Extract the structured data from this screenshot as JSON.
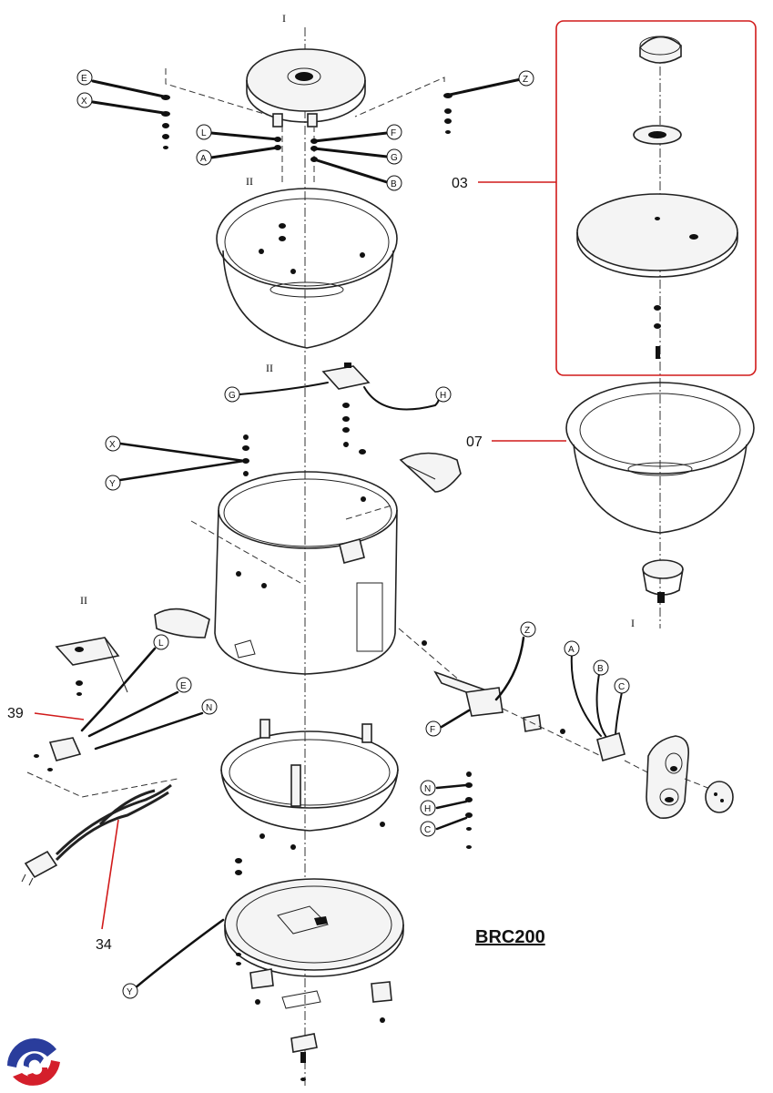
{
  "model": "BRC200",
  "axis_markers": {
    "top": "I",
    "bottom": "I",
    "upper_left": "II",
    "mid_left": "II",
    "lower_left": "II"
  },
  "callouts": {
    "lid_assembly": "03",
    "inner_pot": "07",
    "power_cord_lead": "39",
    "power_cord": "34"
  },
  "wire_labels": {
    "top_E": "E",
    "top_X": "X",
    "top_Z": "Z",
    "top_L": "L",
    "top_A": "A",
    "top_F": "F",
    "top_G": "G",
    "top_B": "B",
    "mid_G": "G",
    "mid_H": "H",
    "mid_X": "X",
    "mid_Y": "Y",
    "low_L": "L",
    "low_E": "E",
    "low_N": "N",
    "sw_Z": "Z",
    "sw_F": "F",
    "sw_A": "A",
    "sw_B": "B",
    "sw_C": "C",
    "scr_N": "N",
    "scr_H": "H",
    "scr_C": "C",
    "base_Y": "Y"
  }
}
